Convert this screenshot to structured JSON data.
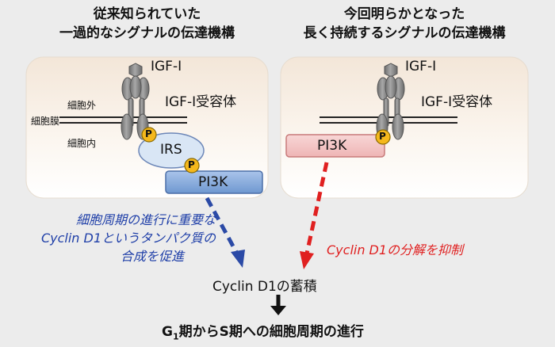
{
  "left_panel": {
    "title_line1": "従来知られていた",
    "title_line2": "一過的なシグナルの伝達機構",
    "igf": "IGF-I",
    "receptor": "IGF-I受容体",
    "extracellular": "細胞外",
    "membrane": "細胞膜",
    "intracellular": "細胞内",
    "irs": "IRS",
    "pi3k": "PI3K",
    "p1": "P",
    "p2": "P"
  },
  "right_panel": {
    "title_line1": "今回明らかとなった",
    "title_line2": "長く持続するシグナルの伝達機構",
    "igf": "IGF-I",
    "receptor": "IGF-I受容体",
    "pi3k": "PI3K",
    "p": "P"
  },
  "annotations": {
    "blue_line1": "細胞周期の進行に重要な",
    "blue_line2": "Cyclin D1というタンパク質の",
    "blue_line3": "合成を促進",
    "red": "Cyclin D1の分解を抑制"
  },
  "outcome": {
    "accumulation": "Cyclin D1の蓄積",
    "progression_g": "G",
    "progression_sub": "1",
    "progression_rest": "期からS期への細胞周期の進行"
  },
  "colors": {
    "blue_arrow": "#2b4aa6",
    "red_arrow": "#e02020",
    "irs_fill": "#d9e6f5",
    "pi3k_fill": "#7fa6d8",
    "pi3k_right_fill": "#f4c6c6",
    "phospho": "#f5b81c",
    "receptor": "#8c8c8c"
  }
}
